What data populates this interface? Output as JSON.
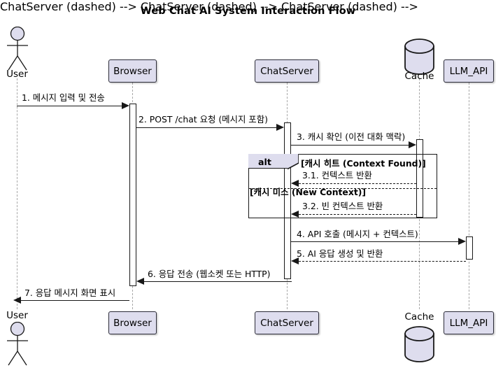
{
  "diagram": {
    "title": "Web Chat AI System Interaction Flow",
    "type": "uml-sequence-diagram",
    "colors": {
      "participant_fill": "#DEDDEE",
      "border": "#181818",
      "lifeline": "#A8A8A8",
      "background": "#FFFFFF"
    }
  },
  "participants": [
    {
      "id": "user",
      "label": "User",
      "shape": "actor"
    },
    {
      "id": "browser",
      "label": "Browser",
      "shape": "box"
    },
    {
      "id": "chatserver",
      "label": "ChatServer",
      "shape": "box"
    },
    {
      "id": "cache",
      "label": "Cache",
      "shape": "database"
    },
    {
      "id": "llmapi",
      "label": "LLM_API",
      "shape": "box"
    }
  ],
  "messages": [
    {
      "num": "1",
      "label": "1. 메시지 입력 및 전송",
      "from": "user",
      "to": "browser",
      "style": "solid"
    },
    {
      "num": "2",
      "label": "2. POST /chat 요청 (메시지 포함)",
      "from": "browser",
      "to": "chatserver",
      "style": "solid"
    },
    {
      "num": "3",
      "label": "3. 캐시 확인 (이전 대화 맥락)",
      "from": "chatserver",
      "to": "cache",
      "style": "solid"
    },
    {
      "num": "3.1",
      "label": "3.1. 컨텍스트 반환",
      "from": "cache",
      "to": "chatserver",
      "style": "dashed"
    },
    {
      "num": "3.2",
      "label": "3.2. 빈 컨텍스트 반환",
      "from": "cache",
      "to": "chatserver",
      "style": "dashed"
    },
    {
      "num": "4",
      "label": "4. API 호출 (메시지 + 컨텍스트)",
      "from": "chatserver",
      "to": "llmapi",
      "style": "solid"
    },
    {
      "num": "5",
      "label": "5. AI 응답 생성 및 반환",
      "from": "llmapi",
      "to": "chatserver",
      "style": "dashed"
    },
    {
      "num": "6",
      "label": "6. 응답 전송 (웹소켓 또는 HTTP)",
      "from": "chatserver",
      "to": "browser",
      "style": "solid"
    },
    {
      "num": "7",
      "label": "7. 응답 메시지 화면 표시",
      "from": "browser",
      "to": "user",
      "style": "solid"
    }
  ],
  "fragment": {
    "operator": "alt",
    "branches": [
      {
        "guard": "[캐시 히트 (Context Found)]"
      },
      {
        "guard": "[캐시 미스 (New Context)]"
      }
    ]
  }
}
